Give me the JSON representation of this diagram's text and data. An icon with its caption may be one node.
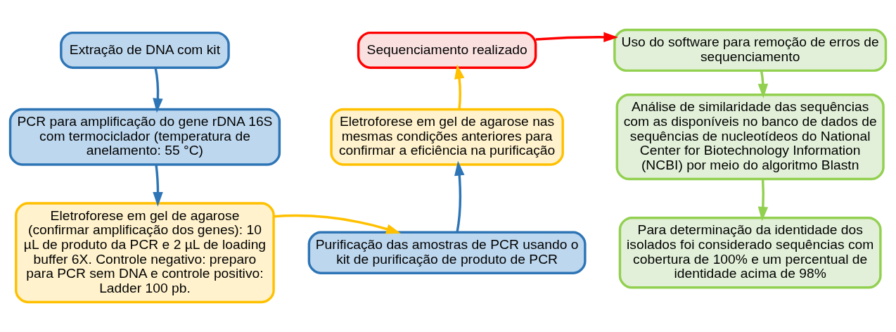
{
  "diagram": {
    "nodes": [
      {
        "text": [
          "Extração de DNA com kit"
        ]
      },
      {
        "text": [
          "PCR para amplificação do gene rDNA 16S com termociclador (temperatura de anelamento: 55 °C)"
        ]
      },
      {
        "text": [
          "Eletroforese em gel de agarose (confirmar amplificação dos genes): 10 µL de produto da PCR e 2 µL de loading buffer 6X. Controle negativo: preparo para PCR sem DNA e controle positivo: Ladder 100 pb."
        ]
      },
      {
        "text": [
          "Purificação das amostras de PCR usando o kit de purificação de produto de PCR"
        ]
      },
      {
        "text": [
          "Eletroforese em gel de agarose nas mesmas condições anteriores para confirmar a eficiência na purificação"
        ]
      },
      {
        "text": [
          "Sequenciamento realizado"
        ]
      },
      {
        "text": [
          "Uso do software para remoção de erros de sequenciamento"
        ]
      },
      {
        "text": [
          "Análise de similaridade das sequências com as disponíveis no banco de dados de sequências de nucleotídeos do National Center for Biotechnology Information (NCBI) por meio do algoritmo Blastn"
        ]
      },
      {
        "text": [
          "Para determinação da identidade dos isolados foi considerado sequências com cobertura de 100% e um percentual de identidade acima de 98%"
        ]
      }
    ],
    "edges": [
      {
        "from": 0,
        "to": 1,
        "arrow": "to",
        "color": "#2e75b6"
      },
      {
        "from": 1,
        "to": 2,
        "arrow": "to",
        "color": "#2e75b6"
      },
      {
        "from": 2,
        "to": 3,
        "arrow": "to",
        "color": "#ffc000"
      },
      {
        "from": 3,
        "to": 4,
        "arrow": "to",
        "color": "#2e75b6"
      },
      {
        "from": 4,
        "to": 5,
        "arrow": "to",
        "color": "#ffc000"
      },
      {
        "from": 5,
        "to": 6,
        "arrow": "to",
        "color": "#ff0000"
      },
      {
        "from": 6,
        "to": 7,
        "arrow": "to",
        "color": "#92d050"
      },
      {
        "from": 7,
        "to": 8,
        "arrow": "to",
        "color": "#92d050"
      }
    ]
  }
}
